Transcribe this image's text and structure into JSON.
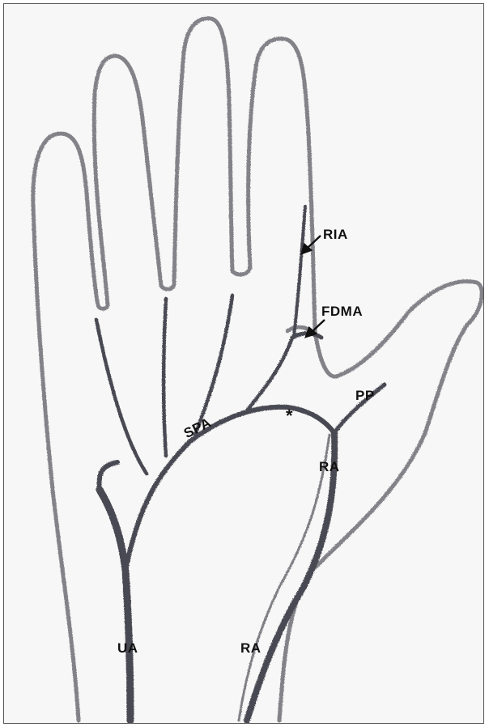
{
  "labels": {
    "ria": "RIA",
    "fdma": "FDMA",
    "pp": "PP",
    "asterisk": "*",
    "spa": "SPA",
    "ra_palm": "RA",
    "ua": "UA",
    "ra_wrist": "RA"
  },
  "colors": {
    "background": "#f7f7f7",
    "outline": "#6e6e74",
    "vessel": "#4a4a52",
    "label": "#111111"
  }
}
